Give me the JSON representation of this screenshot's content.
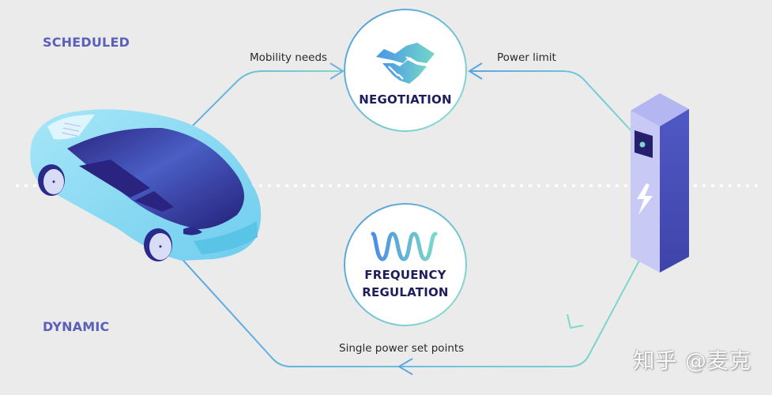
{
  "sections": {
    "top": "SCHEDULED",
    "bottom": "DYNAMIC"
  },
  "nodes": {
    "negotiation": {
      "title": "NEGOTIATION",
      "icon": "handshake-icon"
    },
    "frequency_regulation": {
      "title_line1": "FREQUENCY",
      "title_line2": "REGULATION",
      "icon": "wave-icon"
    }
  },
  "flows": {
    "mobility_needs": "Mobility needs",
    "power_limit": "Power limit",
    "single_power_set_points": "Single power set points"
  },
  "entities": {
    "vehicle": "electric-car-icon",
    "charger": "charging-station-icon"
  },
  "watermark": "知乎 @麦克",
  "colors": {
    "background": "#ebebeb",
    "section_label": "#5a5fb8",
    "node_title": "#1f1d5c",
    "line_blue": "#5aa6e0",
    "line_teal": "#7fd9c8",
    "car_body": "#7fd3f0",
    "car_roof": "#2e2a8a",
    "charger_front": "#c8c8f5",
    "charger_side": "#4a4fb5"
  }
}
